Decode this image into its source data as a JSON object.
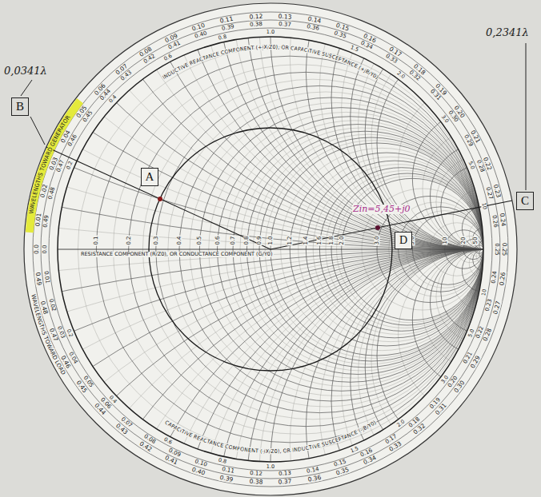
{
  "diagram": {
    "nodes": [
      {
        "text": [
          "B"
        ]
      },
      {
        "text": [
          "A"
        ]
      },
      {
        "text": [
          "C"
        ]
      },
      {
        "text": [
          "D"
        ]
      }
    ],
    "labels": [
      "0,0341λ",
      "0,2341λ",
      "Zin=5,45+j0",
      "WAVELENGTHS TOWARD GENERATOR",
      "WAVELENGTHS TOWARD LOAD",
      "RESISTANCE COMPONENT (R/Z0), OR CONDUCTANCE COMPONENT (G/Y0)",
      "INDUCTIVE REACTANCE COMPONENT (+jX/Z0), OR CAPACITIVE SUSCEPTANCE (+jB/Y0)",
      "CAPACITIVE REACTANCE COMPONENT (-jX/Z0), OR INDUCTIVE SUSCEPTANCE (-jB/Y0)",
      "0.1",
      "0.2",
      "0.3",
      "0.4",
      "0.5",
      "0.6",
      "0.7",
      "0.8",
      "0.9",
      "1.0",
      "1.2",
      "1.4",
      "1.6",
      "1.8",
      "2.0",
      "3.0",
      "4.0",
      "5.0",
      "10",
      "20",
      "50",
      "0.0",
      "0.01",
      "0.02",
      "0.03",
      "0.04",
      "0.05",
      "0.06",
      "0.07",
      "0.08",
      "0.09",
      "0.10",
      "0.11",
      "0.12",
      "0.13",
      "0.14",
      "0.15",
      "0.16",
      "0.17",
      "0.18",
      "0.19",
      "0.20",
      "0.21",
      "0.22",
      "0.23",
      "0.24",
      "0.25",
      "0.26",
      "0.27",
      "0.28",
      "0.29",
      "0.30",
      "0.31",
      "0.32",
      "0.33",
      "0.34",
      "0.35",
      "0.36",
      "0.37",
      "0.38",
      "0.39",
      "0.40",
      "0.41",
      "0.42",
      "0.43",
      "0.44",
      "0.45",
      "0.46",
      "0.47",
      "0.48",
      "0.49",
      "0.0",
      "0.01",
      "0.02",
      "0.03",
      "0.04",
      "0.05",
      "0.06",
      "0.07",
      "0.08",
      "0.09",
      "0.10",
      "0.11",
      "0.12",
      "0.13",
      "0.14",
      "0.15",
      "0.16",
      "0.17",
      "0.18",
      "0.19",
      "0.20",
      "0.21",
      "0.22",
      "0.23",
      "0.24",
      "0.25",
      "0.26",
      "0.27",
      "0.28",
      "0.29",
      "0.30",
      "0.31",
      "0.32",
      "0.33",
      "0.34",
      "0.35",
      "0.36",
      "0.37",
      "0.38",
      "0.39",
      "0.40",
      "0.41",
      "0.42",
      "0.43",
      "0.44",
      "0.45",
      "0.46",
      "0.47",
      "0.48",
      "0.49",
      "0.2",
      "0.4",
      "0.6",
      "0.8",
      "1.0",
      "1.5",
      "2.0",
      "3.0",
      "5.0",
      "10",
      "0.2",
      "0.4",
      "0.6",
      "0.8",
      "1.0",
      "1.5",
      "2.0",
      "3.0",
      "5.0",
      "10"
    ]
  }
}
